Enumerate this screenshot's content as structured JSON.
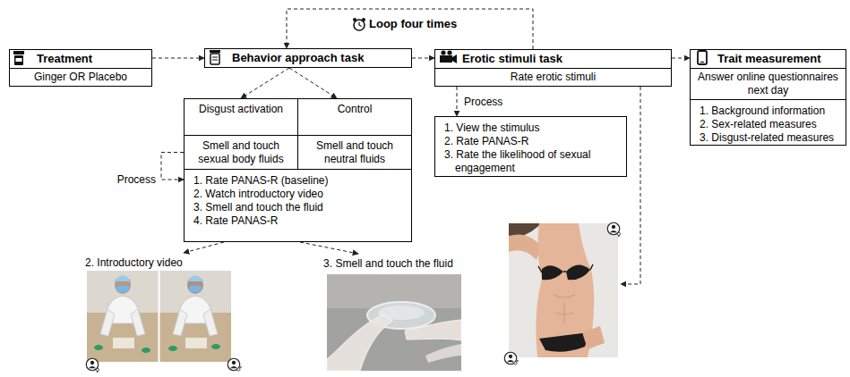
{
  "diagram": {
    "nodes": [
      {
        "text": [
          "Treatment",
          "Ginger OR Placebo"
        ]
      },
      {
        "text": [
          "Behavior approach task"
        ]
      },
      {
        "text": [
          "Disgust activation"
        ]
      },
      {
        "text": [
          "Control"
        ]
      },
      {
        "text": [
          "Smell and touch sexual body fluids"
        ]
      },
      {
        "text": [
          "Smell and touch neutral fluids"
        ]
      },
      {
        "text": [
          "1. Rate PANAS-R (baseline)",
          "2. Watch introductory video",
          "3. Smell and touch the fluid",
          "4. Rate PANAS-R"
        ]
      },
      {
        "text": [
          "Erotic stimuli task",
          "Rate erotic stimuli"
        ]
      },
      {
        "text": [
          "1. View the stimulus",
          "2. Rate PANAS-R",
          "3. Rate the likelihood of sexual engagement"
        ]
      },
      {
        "text": [
          "Trait measurement",
          "Answer online questionnaires next day",
          "1. Background information",
          "2. Sex-related measures",
          "3. Disgust-related measures"
        ]
      },
      {
        "text": [
          "2. Introductory video"
        ]
      },
      {
        "text": [
          "3. Smell and touch the fluid"
        ]
      }
    ],
    "edges": [
      {
        "from": 0,
        "to": 1,
        "arrow": "to"
      },
      {
        "from": 1,
        "to": 7,
        "arrow": "to"
      },
      {
        "from": 7,
        "to": 9,
        "arrow": "to"
      },
      {
        "from": 7,
        "to": 1,
        "label": "Loop four times",
        "arrow": "to"
      },
      {
        "from": 1,
        "to": 2,
        "arrow": "to"
      },
      {
        "from": 1,
        "to": 3,
        "arrow": "to"
      },
      {
        "from": 4,
        "to": 6,
        "label": "Process",
        "arrow": "to"
      },
      {
        "from": 7,
        "to": 8,
        "label": "Process",
        "arrow": "to"
      },
      {
        "from": 6,
        "to": 10,
        "arrow": "to"
      },
      {
        "from": 6,
        "to": 11,
        "arrow": "to"
      }
    ]
  }
}
